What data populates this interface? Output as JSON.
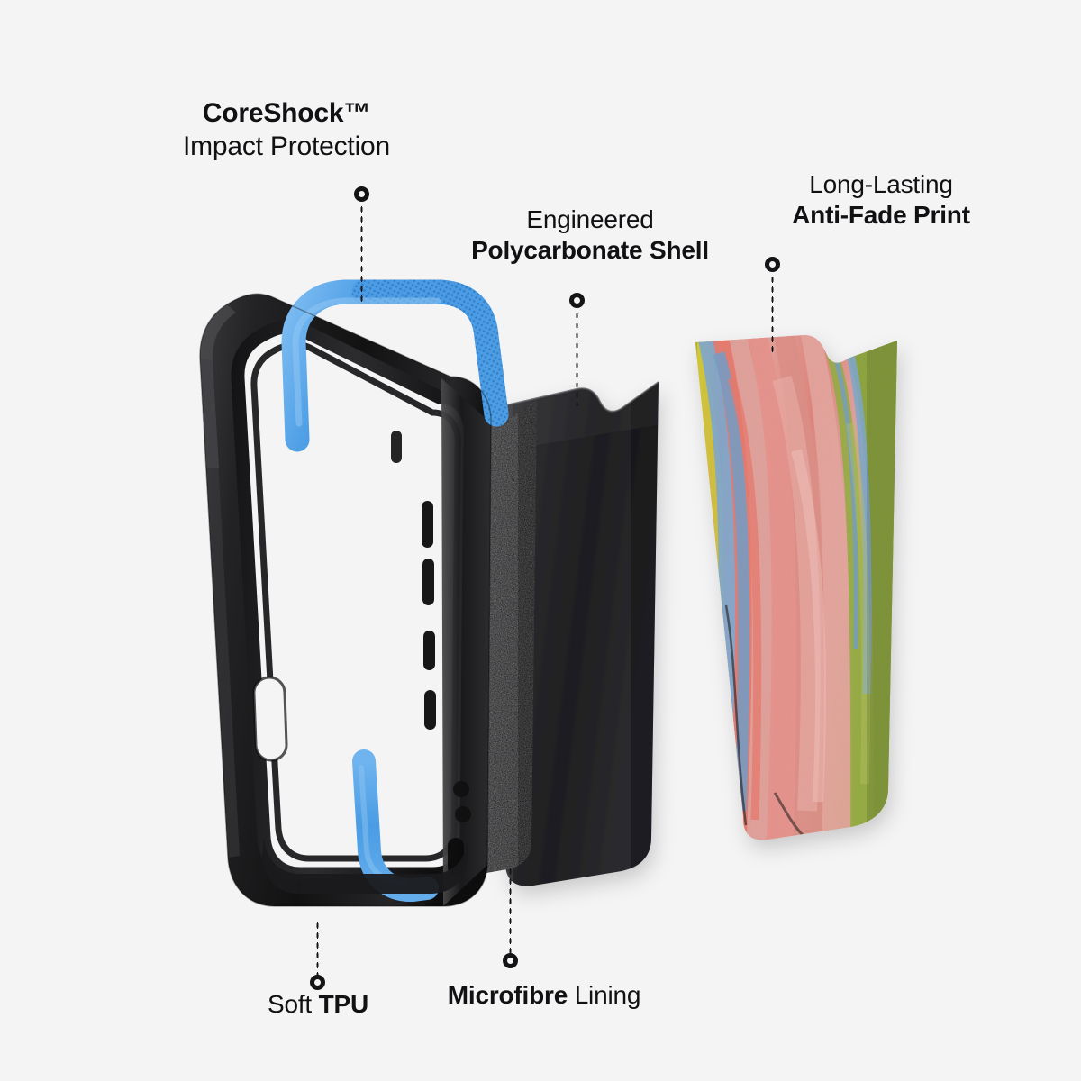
{
  "page": {
    "type": "product-exploded-view-infographic",
    "background_color": "#f4f4f5",
    "text_color": "#111113"
  },
  "callouts": [
    {
      "id": "coreshock",
      "line1": "CoreShock™",
      "line1_weight": "bold",
      "line2": "Impact Protection",
      "line2_weight": "regular",
      "leader": "vertical-dotted-down",
      "marker": "ring"
    },
    {
      "id": "polycarbonate",
      "line1": "Engineered",
      "line1_weight": "regular",
      "line2": "Polycarbonate Shell",
      "line2_weight": "bold",
      "leader": "vertical-dotted-down",
      "marker": "ring"
    },
    {
      "id": "anti-fade-print",
      "line1": "Long-Lasting",
      "line1_weight": "regular",
      "line2": "Anti-Fade Print",
      "line2_weight": "bold",
      "leader": "vertical-dotted-down",
      "marker": "ring"
    },
    {
      "id": "soft-tpu",
      "segments": [
        {
          "text": "Soft ",
          "weight": "regular"
        },
        {
          "text": "TPU",
          "weight": "bold"
        }
      ],
      "leader": "vertical-dotted-up",
      "marker": "ring"
    },
    {
      "id": "microfibre-lining",
      "segments": [
        {
          "text": "Microfibre",
          "weight": "bold"
        },
        {
          "text": " Lining",
          "weight": "regular"
        }
      ],
      "leader": "vertical-dotted-up",
      "marker": "ring"
    }
  ],
  "labels": {
    "coreshock_title": "CoreShock™",
    "coreshock_sub": "Impact Protection",
    "poly_top": "Engineered",
    "poly_bottom": "Polycarbonate Shell",
    "print_top": "Long-Lasting",
    "print_bottom": "Anti-Fade Print",
    "tpu_soft": "Soft ",
    "tpu_bold": "TPU",
    "micro_bold": "Microfibre",
    "micro_rest": " Lining"
  },
  "layers": [
    {
      "name": "tpu-bumper-frame",
      "material": "Soft TPU",
      "color": "#1d1d1f",
      "accent_color": "#4fa0e8",
      "features": [
        "side-button-cutouts",
        "speaker-port-cutouts",
        "blue-shock-strip"
      ]
    },
    {
      "name": "microfibre-lining",
      "material": "Microfibre",
      "color": "#2a2a2c",
      "texture": "speckled-suede"
    },
    {
      "name": "polycarbonate-shell",
      "material": "Engineered Polycarbonate",
      "color": "#242426",
      "finish": "matte",
      "features": [
        "camera-notch-top-edge"
      ]
    },
    {
      "name": "printed-panel",
      "material": "Anti-Fade Print",
      "pattern": "abstract-marbled-paint",
      "palette": [
        "#d3cc2c",
        "#e8766a",
        "#7aa6cf",
        "#e79b94",
        "#8aa33a",
        "#c98a88",
        "#1a1a1a"
      ],
      "features": [
        "camera-notch-top-edge"
      ]
    }
  ],
  "colors": {
    "background": "#f4f4f5",
    "text": "#111113",
    "tpu_blue": "#4fa0e8",
    "tpu_blue_dark": "#2f7cc4",
    "case_black": "#1d1d1f",
    "microfibre": "#2a2a2c",
    "shell_black": "#242426",
    "print_yellow": "#d3cc2c",
    "print_salmon": "#e8766a",
    "print_blue": "#7aa6cf",
    "print_pink": "#e09c96",
    "print_olive": "#8aa33a"
  }
}
